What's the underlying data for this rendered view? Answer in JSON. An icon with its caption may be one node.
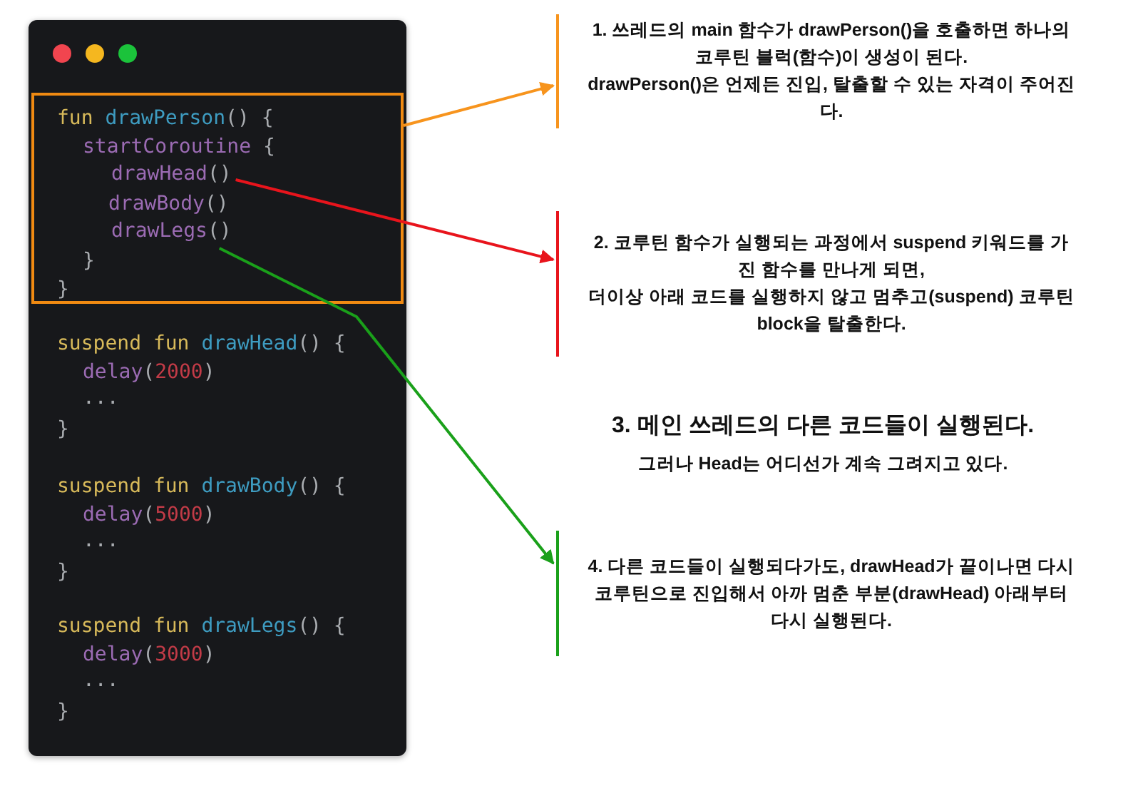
{
  "diagram": {
    "nodes": [
      {
        "text": [
          "fun drawPerson() {",
          "startCoroutine {",
          "drawBody()",
          "}",
          "}"
        ]
      },
      {
        "text": [
          "drawHead()"
        ],
        "in": 0
      },
      {
        "text": [
          "drawLegs()"
        ],
        "in": 0
      },
      {
        "text": [
          "1. 쓰레드의 main 함수가 drawPerson()을 호출하면 하나의 코루틴 블럭(함수)이 생성이 된다.",
          "drawPerson()은 언제든 진입, 탈출할 수 있는 자격이 주어진다."
        ]
      },
      {
        "text": [
          "**2.** 코루틴 함수가 실행되는 과정에서 suspend 키워드를 가진 함수를 만나게 되면,",
          "더이상 아래 코드를 실행하지 않고 멈추고(suspend) 코루틴 block을 탈출한다."
        ]
      },
      {
        "text": [
          "**4.** 다른 코드들이 실행되다가도, drawHead가 끝이나면 다시 코루틴으로 진입해서 아까 멈춘 부분(drawHead) 아래부터 다시 실행된다."
        ]
      }
    ],
    "edges": [
      {
        "from": 0,
        "to": 3,
        "arrow": "to",
        "color": "#f7941d"
      },
      {
        "from": 1,
        "to": 4,
        "arrow": "to",
        "color": "#e8141c"
      },
      {
        "from": 2,
        "to": 5,
        "arrow": "to",
        "color": "#1aa01a"
      }
    ],
    "labels": [
      "suspend fun drawHead() {",
      "delay(2000)",
      "...",
      "}",
      "suspend fun drawBody() {",
      "delay(5000)",
      "...",
      "}",
      "suspend fun drawLegs() {",
      "delay(3000)",
      "...",
      "}",
      "3. 메인 쓰레드의 다른 코드들이 실행된다.",
      "그러나 Head는 어디선가 계속 그려지고 있다."
    ]
  }
}
